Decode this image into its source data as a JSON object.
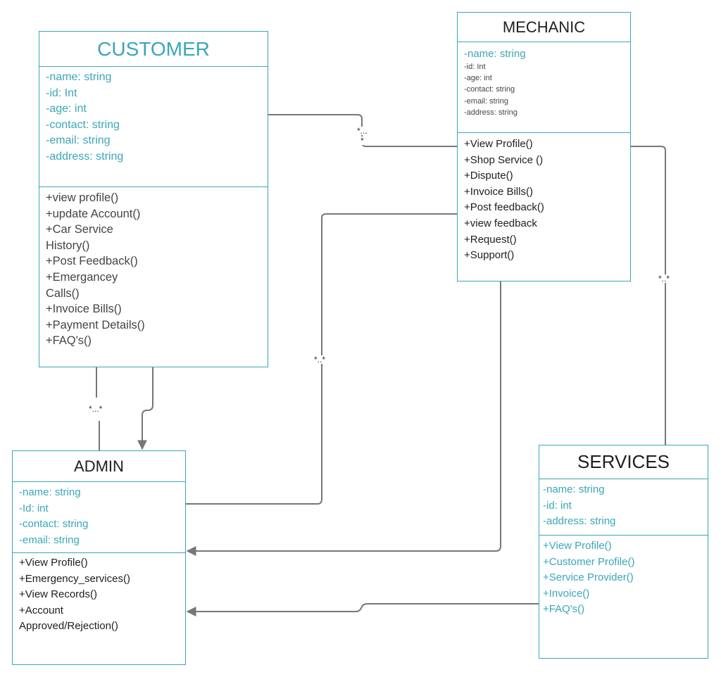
{
  "classes": {
    "customer": {
      "name": "CUSTOMER",
      "attributes": [
        "-name: string",
        "-id: Int",
        "-age: int",
        "-contact: string",
        "-email: string",
        "-address: string"
      ],
      "operations": [
        "+view profile()",
        "+update Account()",
        "+Car Service",
        "History()",
        "+Post Feedback()",
        "+Emergancey",
        "Calls()",
        "+Invoice Bills()",
        "+Payment Details()",
        "+FAQ's()"
      ]
    },
    "mechanic": {
      "name": "MECHANIC",
      "attributes": [
        "-name: string",
        "-id: Int",
        "-age: int",
        "-contact: string",
        "-email: string",
        "-address: string"
      ],
      "operations": [
        "+View Profile()",
        "+Shop Service ()",
        "+Dispute()",
        "+Invoice Bills()",
        "+Post feedback()",
        "+view feedback",
        "+Request()",
        "+Support()"
      ]
    },
    "admin": {
      "name": "ADMIN",
      "attributes": [
        "-name: string",
        "-Id: int",
        "-contact: string",
        "-email: string"
      ],
      "operations": [
        "+View Profile()",
        "+Emergency_services()",
        "+View Records()",
        "+Account",
        "Approved/Rejection()"
      ]
    },
    "services": {
      "name": "SERVICES",
      "attributes": [
        "-name: string",
        "-id: int",
        "-address: string"
      ],
      "operations": [
        "+View Profile()",
        "+Customer Profile()",
        "+Service Provider()",
        "+Invoice()",
        "+FAQ's()"
      ]
    }
  },
  "multiplicities": {
    "customer_mechanic_top": "*...",
    "customer_mechanic_bottom": "*",
    "customer_admin": "*...*",
    "mechanic_admin": "*..*",
    "mechanic_services": "*..*"
  },
  "colors": {
    "class_border": "#3aa6b9",
    "attribute_text": "#3aa6b9",
    "operation_text": "#1e1e1e",
    "connector": "#777777"
  }
}
